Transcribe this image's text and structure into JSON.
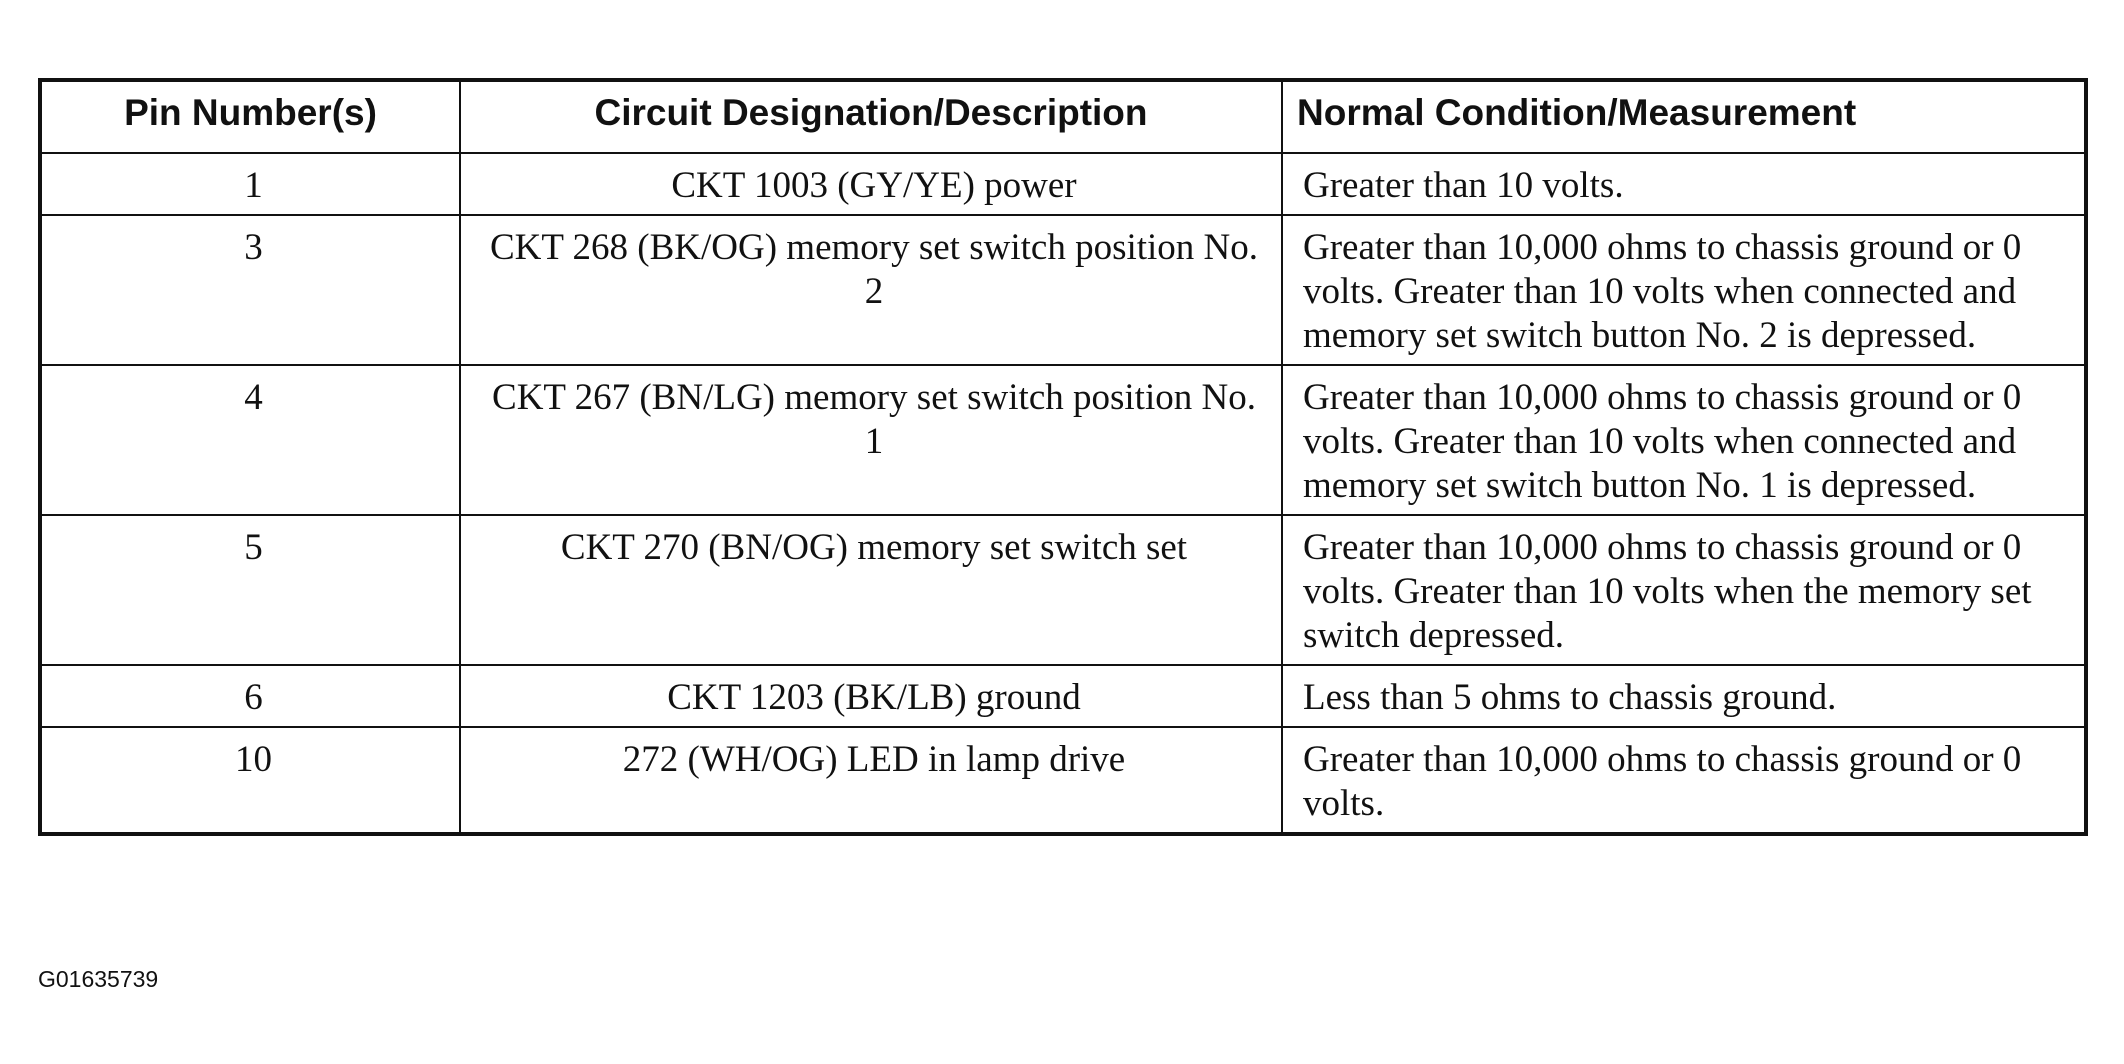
{
  "table": {
    "headers": {
      "pin": "Pin Number(s)",
      "circuit": "Circuit Designation/Description",
      "condition": "Normal Condition/Measurement"
    },
    "rows": [
      {
        "pin": "1",
        "circuit": "CKT 1003 (GY/YE) power",
        "condition": "Greater than 10 volts."
      },
      {
        "pin": "3",
        "circuit": "CKT 268 (BK/OG) memory set switch position No. 2",
        "condition": "Greater than 10,000 ohms to chassis ground or 0 volts. Greater than 10 volts when connected and memory set switch button No. 2 is depressed."
      },
      {
        "pin": "4",
        "circuit": "CKT 267 (BN/LG) memory set switch position No. 1",
        "condition": "Greater than 10,000 ohms to chassis ground or 0 volts. Greater than 10 volts when connected and memory set switch button No. 1 is depressed."
      },
      {
        "pin": "5",
        "circuit": "CKT 270 (BN/OG) memory set switch set",
        "condition": "Greater than 10,000 ohms to chassis ground or 0 volts. Greater than 10 volts when the memory set switch depressed."
      },
      {
        "pin": "6",
        "circuit": "CKT 1203 (BK/LB) ground",
        "condition": "Less than 5 ohms to chassis ground."
      },
      {
        "pin": "10",
        "circuit": "272 (WH/OG) LED in lamp drive",
        "condition": "Greater than 10,000 ohms to chassis ground or 0 volts."
      }
    ]
  },
  "figure_id": "G01635739"
}
